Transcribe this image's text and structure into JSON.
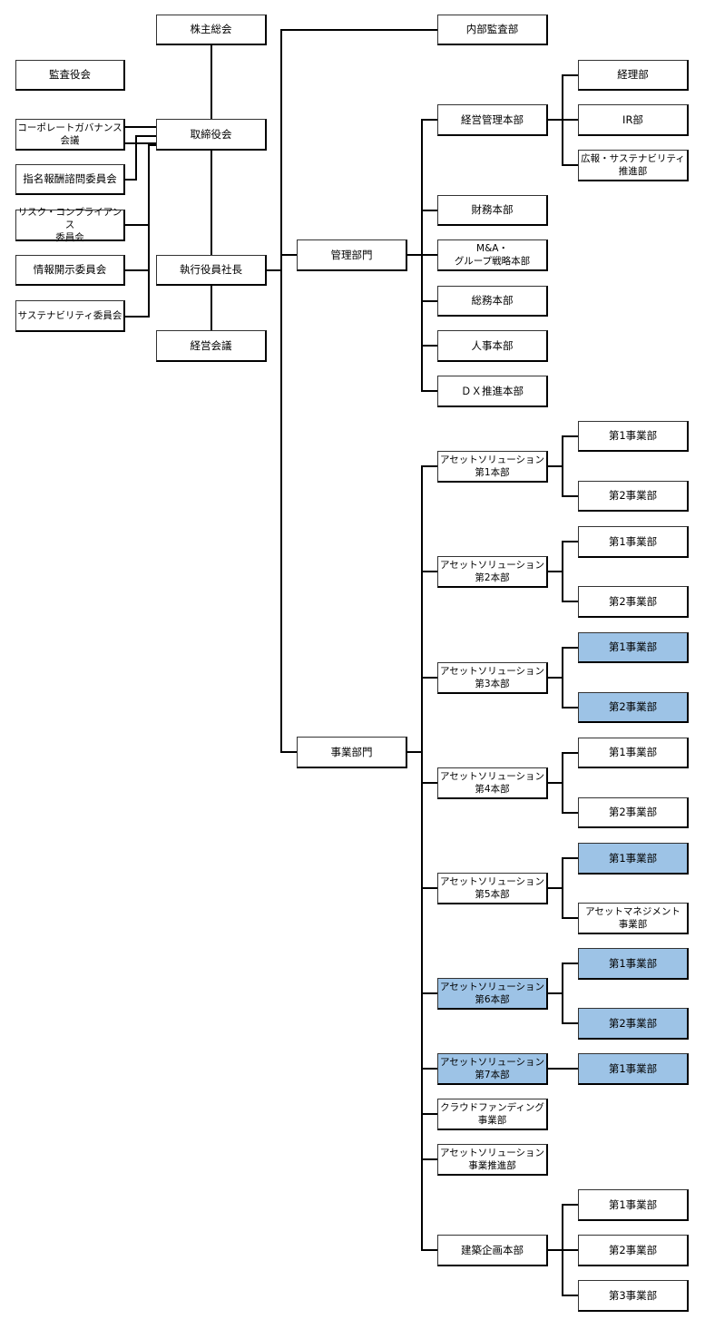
{
  "colors": {
    "line": "#000000",
    "border": "#000000",
    "highlight": "#9dc3e6"
  },
  "nodes": {
    "shareholders": "株主総会",
    "audit_board": "監査役会",
    "board": "取締役会",
    "cg_committee": "コーポレートガバナンス\n会議",
    "nomination_committee": "指名報酬諮問委員会",
    "risk_committee": "リスク・コンプライアンス\n委員会",
    "disclosure_committee": "情報開示委員会",
    "sustainability_committee": "サステナビリティ委員会",
    "president": "執行役員社長",
    "mgmt_meeting": "経営会議",
    "internal_audit": "内部監査部",
    "admin_division": "管理部門",
    "business_division": "事業部門",
    "mgmt_planning": "経営管理本部",
    "accounting": "経理部",
    "ir": "IR部",
    "pr_sustainability": "広報・サステナビリティ\n推進部",
    "finance": "財務本部",
    "ma_group": "M&A・\nグループ戦略本部",
    "general_affairs": "総務本部",
    "hr": "人事本部",
    "dx": "ＤＸ推進本部",
    "as1": "アセットソリューション\n第1本部",
    "as1_b1": "第1事業部",
    "as1_b2": "第2事業部",
    "as2": "アセットソリューション\n第2本部",
    "as2_b1": "第1事業部",
    "as2_b2": "第2事業部",
    "as3": "アセットソリューション\n第3本部",
    "as3_b1": "第1事業部",
    "as3_b2": "第2事業部",
    "as4": "アセットソリューション\n第4本部",
    "as4_b1": "第1事業部",
    "as4_b2": "第2事業部",
    "as5": "アセットソリューション\n第5本部",
    "as5_b1": "第1事業部",
    "as5_am": "アセットマネジメント\n事業部",
    "as6": "アセットソリューション\n第6本部",
    "as6_b1": "第1事業部",
    "as6_b2": "第2事業部",
    "as7": "アセットソリューション\n第7本部",
    "as7_b1": "第1事業部",
    "crowdfunding": "クラウドファンディング\n事業部",
    "as_promotion": "アセットソリューション\n事業推進部",
    "architecture": "建築企画本部",
    "arch_b1": "第1事業部",
    "arch_b2": "第2事業部",
    "arch_b3": "第3事業部"
  },
  "highlighted": [
    "as3_b1",
    "as3_b2",
    "as5_b1",
    "as6",
    "as6_b1",
    "as6_b2",
    "as7",
    "as7_b1"
  ]
}
